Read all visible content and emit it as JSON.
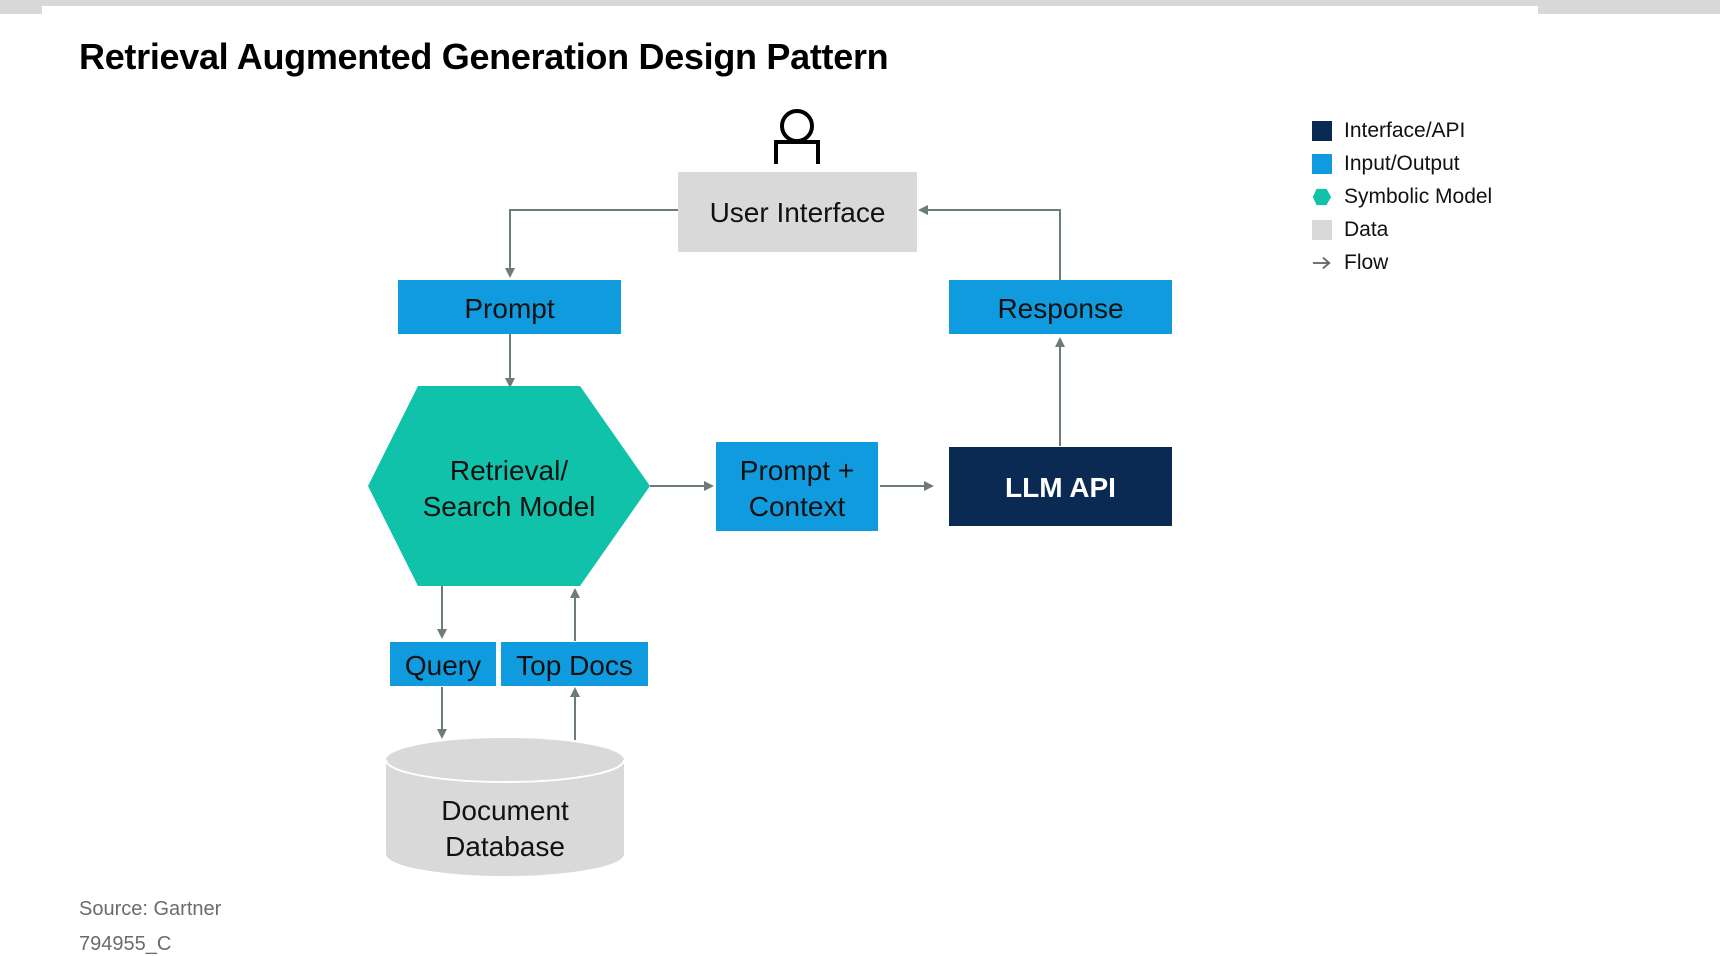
{
  "title": "Retrieval Augmented Generation Design Pattern",
  "nodes": {
    "user_interface": "User Interface",
    "prompt": "Prompt",
    "response": "Response",
    "retrieval_line1": "Retrieval/",
    "retrieval_line2": "Search Model",
    "prompt_context_line1": "Prompt +",
    "prompt_context_line2": "Context",
    "llm_api": "LLM API",
    "query": "Query",
    "top_docs": "Top Docs",
    "document_line1": "Document",
    "document_line2": "Database"
  },
  "legend": [
    {
      "label": "Interface/API",
      "icon": "square",
      "color": "#0b2a53"
    },
    {
      "label": "Input/Output",
      "icon": "square",
      "color": "#0f9bde"
    },
    {
      "label": "Symbolic Model",
      "icon": "hexagon",
      "color": "#10c2aa"
    },
    {
      "label": "Data",
      "icon": "square",
      "color": "#d9d9d9"
    },
    {
      "label": "Flow",
      "icon": "arrow",
      "color": "#666666"
    }
  ],
  "colors": {
    "interface_api": "#0b2a53",
    "input_output": "#0f9bde",
    "symbolic_model": "#10c2aa",
    "data": "#d9d9d9",
    "flow": "#6e7b7b"
  },
  "footer": {
    "source": "Source: Gartner",
    "id": "794955_C"
  }
}
